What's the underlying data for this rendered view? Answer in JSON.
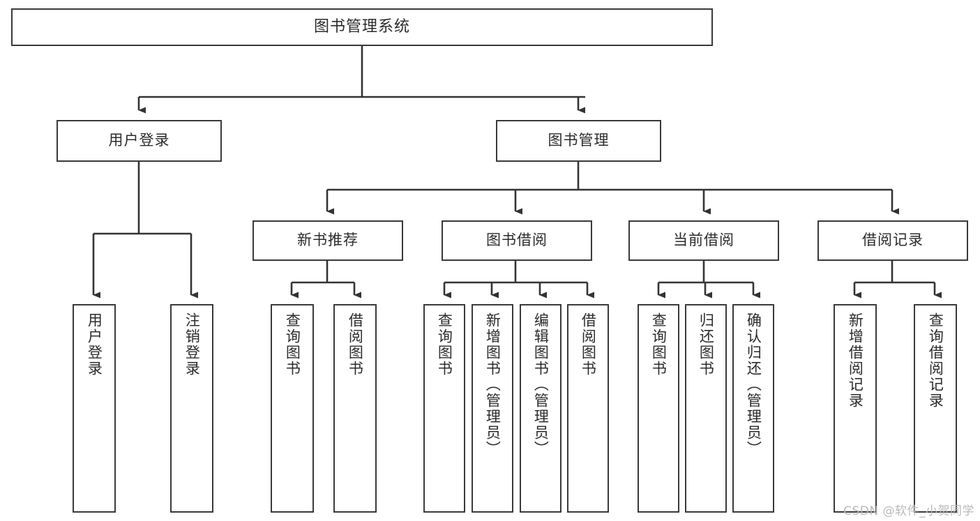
{
  "diagram": {
    "title": "图书管理系统",
    "type": "tree-hierarchy-chart",
    "orientation": "top-down",
    "watermark": "CSDN @软件_小贺同学",
    "colors": {
      "box_border": "#3a3a3a",
      "box_fill": "#ffffff",
      "connector": "#333333",
      "text": "#2b2b2b",
      "watermark": "#b9b9b9",
      "background": "#ffffff"
    }
  },
  "nodes": {
    "root": {
      "label": "图书管理系统",
      "level": 0
    },
    "level1": [
      {
        "id": "user-login",
        "label": "用户登录"
      },
      {
        "id": "book-management",
        "label": "图书管理"
      }
    ],
    "level2": [
      {
        "id": "new-book-recommend",
        "label": "新书推荐",
        "parent": "book-management"
      },
      {
        "id": "book-borrow",
        "label": "图书借阅",
        "parent": "book-management"
      },
      {
        "id": "current-borrow",
        "label": "当前借阅",
        "parent": "book-management"
      },
      {
        "id": "borrow-record",
        "label": "借阅记录",
        "parent": "book-management"
      }
    ],
    "leaves": [
      {
        "id": "leaf-user-login",
        "label": "用户登录",
        "parent": "user-login"
      },
      {
        "id": "leaf-user-logout",
        "label": "注销登录",
        "parent": "user-login"
      },
      {
        "id": "leaf-query-book-1",
        "label": "查询图书",
        "parent": "new-book-recommend"
      },
      {
        "id": "leaf-borrow-book-1",
        "label": "借阅图书",
        "parent": "new-book-recommend"
      },
      {
        "id": "leaf-query-book-2",
        "label": "查询图书",
        "parent": "book-borrow"
      },
      {
        "id": "leaf-add-book",
        "label": "新增图书（管理员）",
        "parent": "book-borrow"
      },
      {
        "id": "leaf-edit-book",
        "label": "编辑图书（管理员）",
        "parent": "book-borrow"
      },
      {
        "id": "leaf-borrow-book-2",
        "label": "借阅图书",
        "parent": "book-borrow"
      },
      {
        "id": "leaf-query-book-3",
        "label": "查询图书",
        "parent": "current-borrow"
      },
      {
        "id": "leaf-return-book",
        "label": "归还图书",
        "parent": "current-borrow"
      },
      {
        "id": "leaf-confirm-return",
        "label": "确认归还（管理员）",
        "parent": "current-borrow"
      },
      {
        "id": "leaf-add-record",
        "label": "新增借阅记录",
        "parent": "borrow-record"
      },
      {
        "id": "leaf-query-record",
        "label": "查询借阅记录",
        "parent": "borrow-record"
      }
    ]
  }
}
